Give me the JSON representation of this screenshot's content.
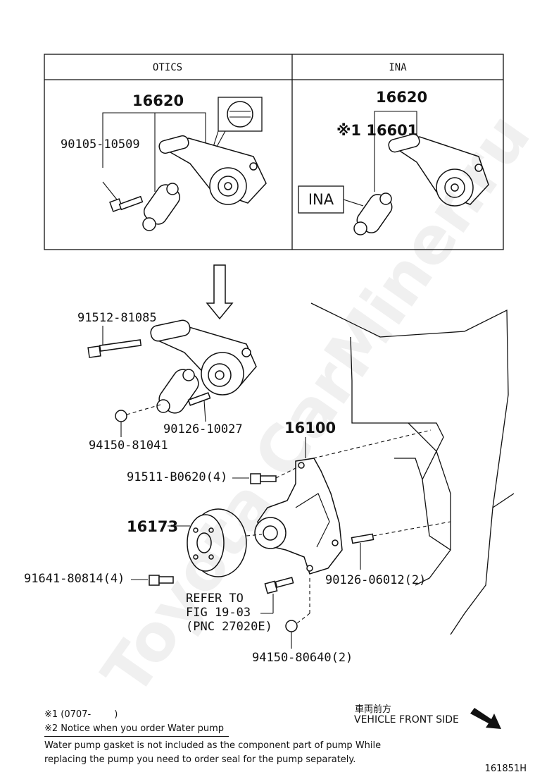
{
  "table": {
    "col1_header": "OTICS",
    "col2_header": "INA"
  },
  "otics": {
    "tensioner_pn": "16620",
    "bolt_pn": "90105-10509"
  },
  "ina": {
    "tensioner_pn": "16620",
    "sub_pn": "※1 16601",
    "badge": "INA"
  },
  "parts": {
    "bolt_long": "91512-81085",
    "stud": "90126-10027",
    "nut": "94150-81041",
    "water_pump": "16100",
    "pump_bolt": "91511-B0620(4)",
    "pulley": "16173",
    "pulley_bolt": "91641-80814(4)",
    "pump_stud": "90126-06012(2)",
    "refer_line1": "REFER TO",
    "refer_line2": "FIG 19-03",
    "refer_line3": "(PNC 27020E)",
    "pump_nut": "94150-80640(2)"
  },
  "notes": {
    "note1": "※1 (0707-        )",
    "note2": "※2 Notice when you order Water pump",
    "body_line1": "Water pump gasket is not included as the component part of pump While",
    "body_line2": "replacing the pump you need to order seal for the pump separately."
  },
  "direction": {
    "jp": "車両前方",
    "en": "VEHICLE FRONT SIDE"
  },
  "figure_id": "161851H",
  "watermark": "Toyota CarMiner.ru"
}
